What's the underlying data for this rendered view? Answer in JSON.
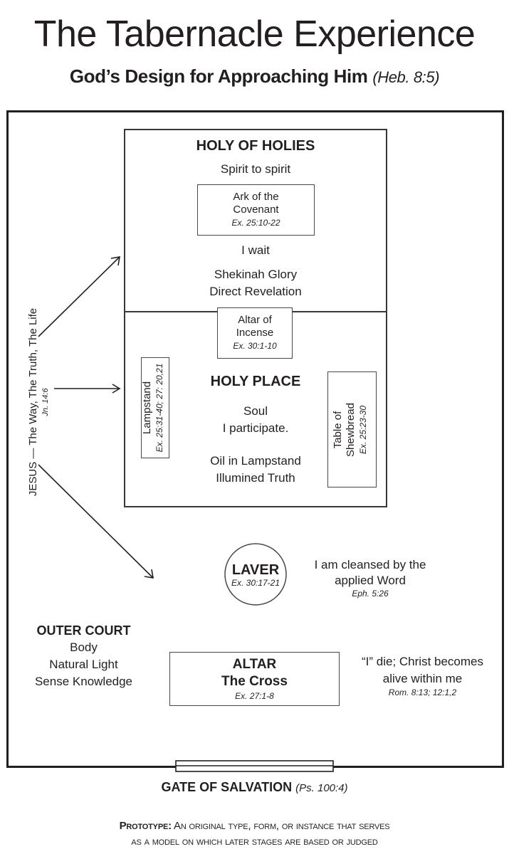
{
  "header": {
    "title": "The Tabernacle Experience",
    "subtitle": "God’s Design for Approaching Him",
    "subtitle_ref": "(Heb. 8:5)"
  },
  "holy_of_holies": {
    "heading": "HOLY OF HOLIES",
    "line1": "Spirit to spirit",
    "ark": {
      "line1": "Ark of the",
      "line2": "Covenant",
      "ref": "Ex. 25:10-22"
    },
    "line2": "I wait",
    "line3": "Shekinah Glory",
    "line4": "Direct Revelation"
  },
  "holy_place": {
    "incense": {
      "line1": "Altar of",
      "line2": "Incense",
      "ref": "Ex. 30:1-10"
    },
    "heading": "HOLY PLACE",
    "line1": "Soul",
    "line2": "I participate.",
    "line3": "Oil in Lampstand",
    "line4": "Illumined Truth",
    "lampstand": {
      "label": "Lampstand",
      "ref": "Ex. 25:31-40; 27: 20,21"
    },
    "shewbread": {
      "line1": "Table of",
      "line2": "Shewbread",
      "ref": "Ex. 25:23-30"
    }
  },
  "jesus": {
    "label": "JESUS — The Way, The Truth, The Life",
    "ref": "Jn. 14:6"
  },
  "laver": {
    "label": "LAVER",
    "ref": "Ex. 30:17-21",
    "note_line1": "I am cleansed by the",
    "note_line2": "applied Word",
    "note_ref": "Eph. 5:26"
  },
  "outer_court": {
    "heading": "OUTER COURT",
    "line1": "Body",
    "line2": "Natural Light",
    "line3": "Sense Knowledge"
  },
  "altar": {
    "label": "ALTAR",
    "sub": "The Cross",
    "ref": "Ex. 27:1-8",
    "note_line1": "“I” die; Christ becomes",
    "note_line2": "alive within me",
    "note_ref": "Rom. 8:13; 12:1,2"
  },
  "gate": {
    "label": "GATE OF SALVATION",
    "ref": "(Ps. 100:4)"
  },
  "footer": {
    "term": "Prototype:",
    "line1": "An original type, form, or instance that serves",
    "line2": "as a model on which later stages are based or judged"
  }
}
